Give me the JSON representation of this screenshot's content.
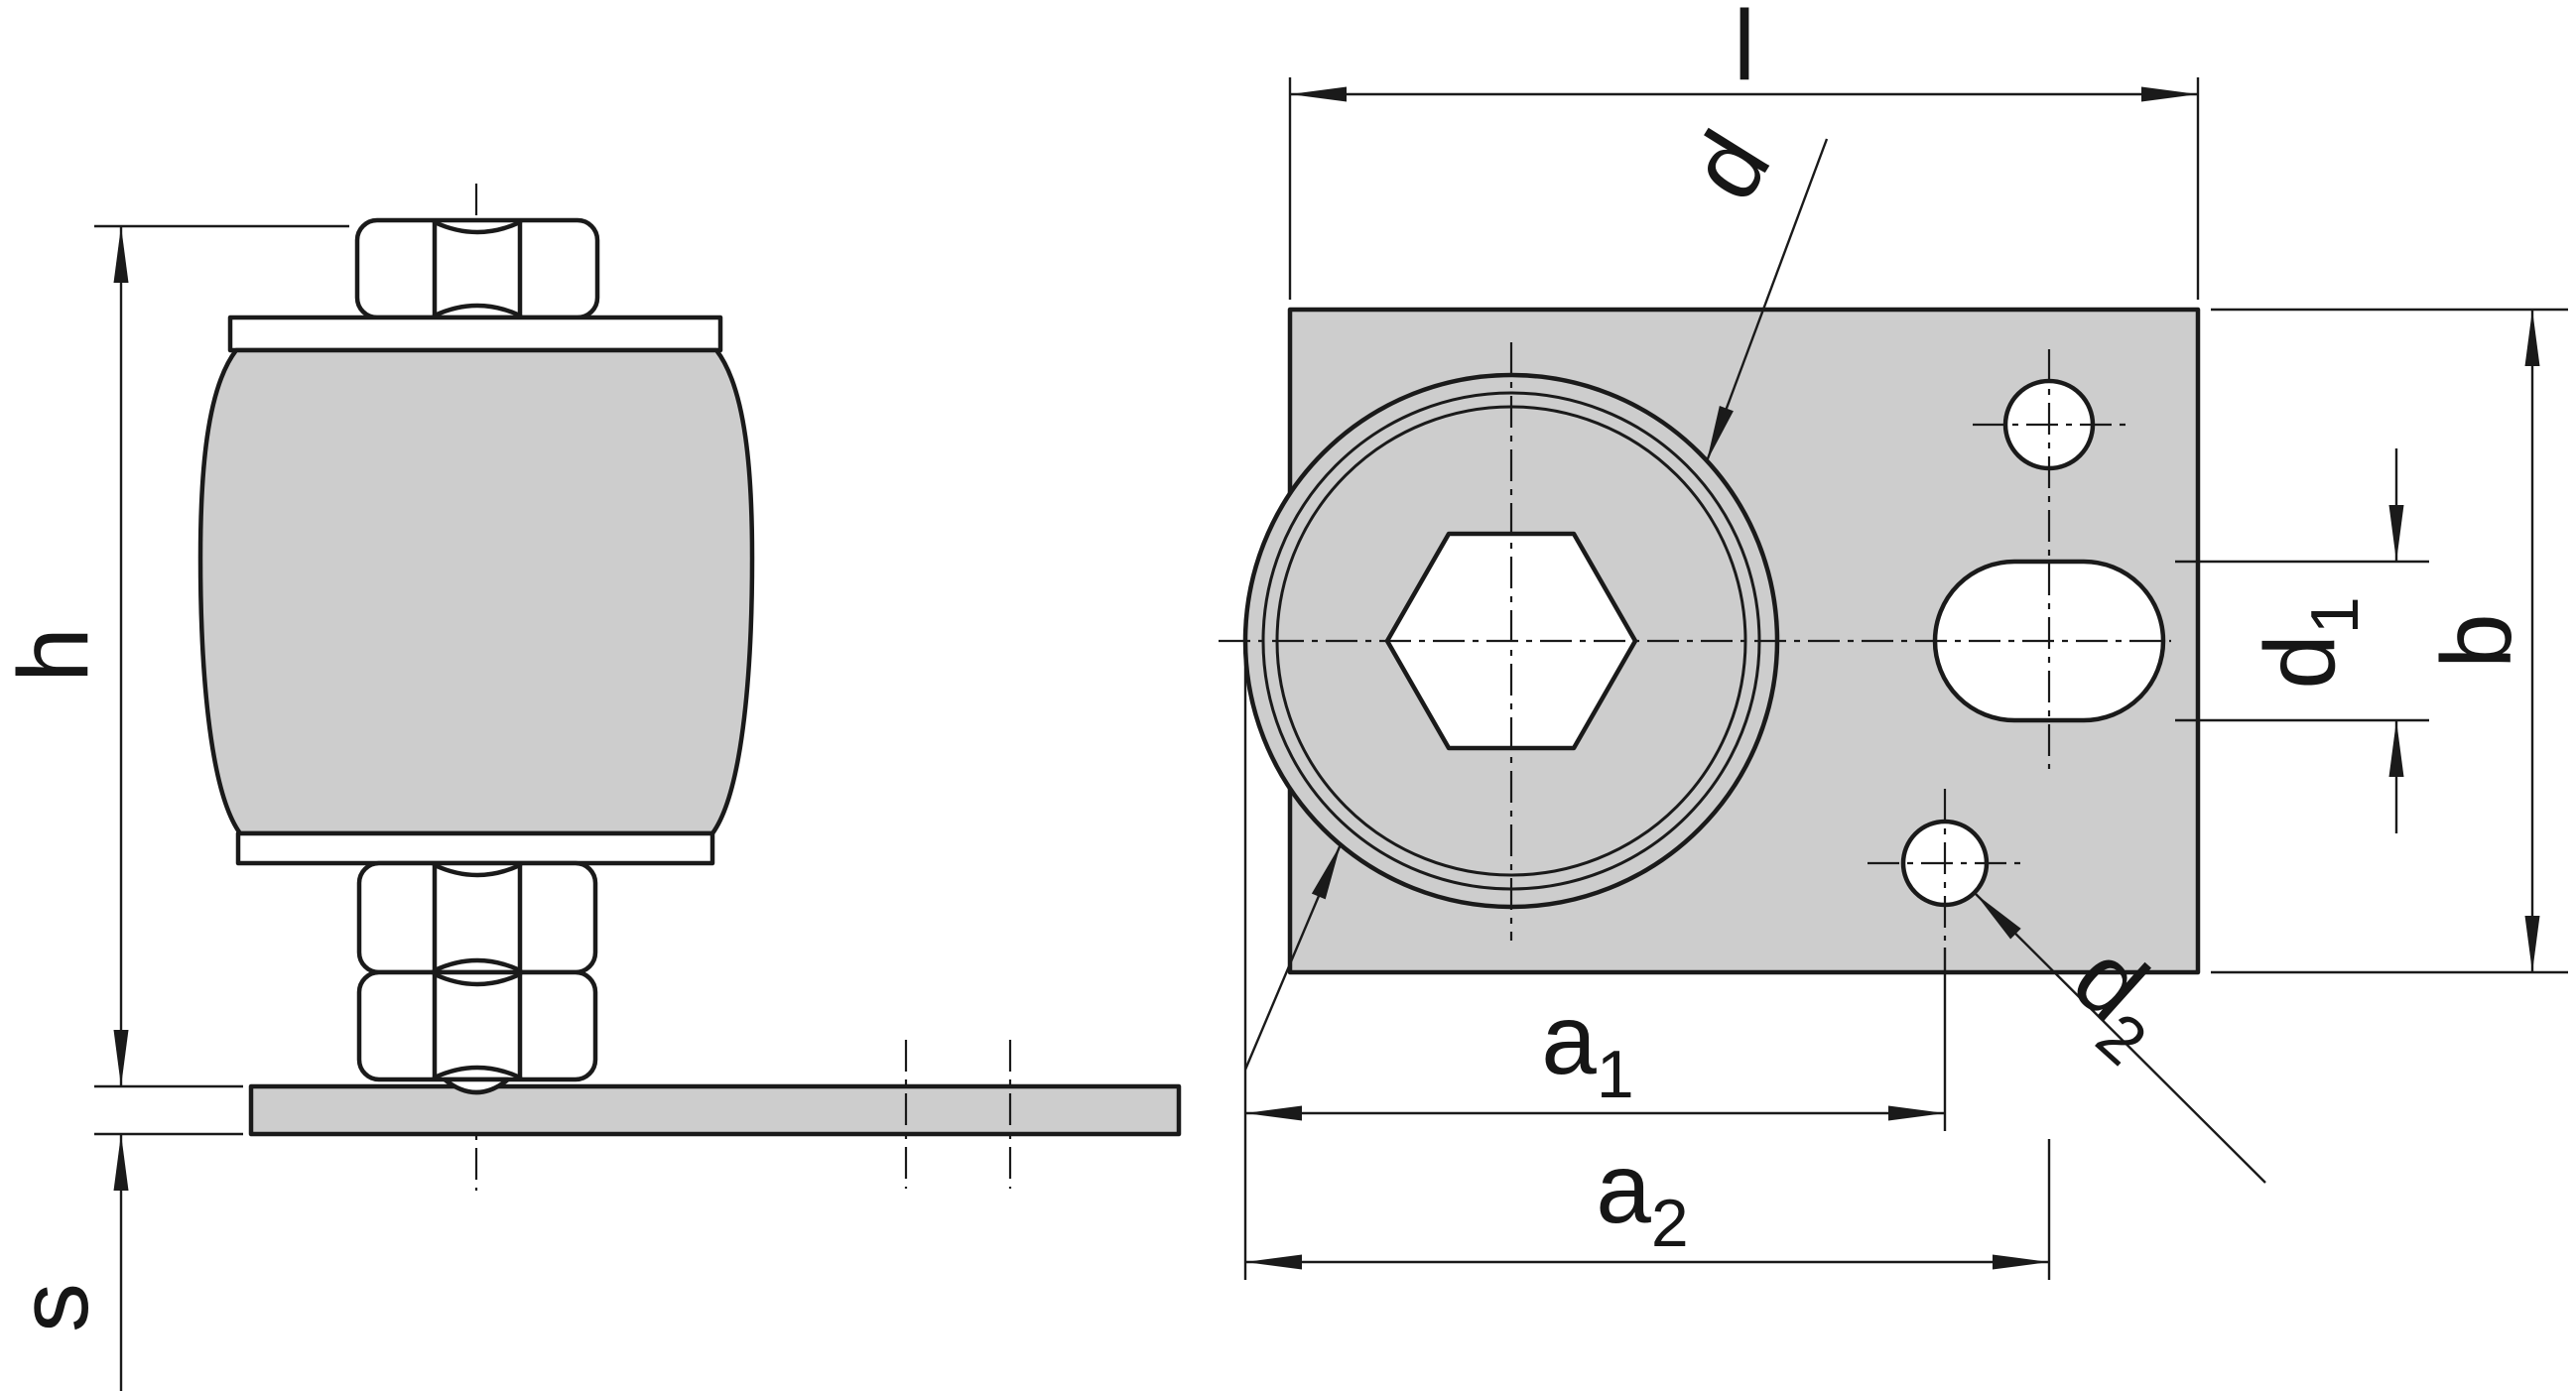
{
  "colors": {
    "part_fill": "#cdcdcd",
    "line": "#1a1a1a",
    "background": "#ffffff"
  },
  "labels": {
    "l": {
      "base": "l",
      "sub": ""
    },
    "h": {
      "base": "h",
      "sub": ""
    },
    "s": {
      "base": "s",
      "sub": ""
    },
    "b": {
      "base": "b",
      "sub": ""
    },
    "d": {
      "base": "d",
      "sub": ""
    },
    "d1": {
      "base": "d",
      "sub": "1"
    },
    "d2": {
      "base": "d",
      "sub": "2"
    },
    "a1": {
      "base": "a",
      "sub": "1"
    },
    "a2": {
      "base": "a",
      "sub": "2"
    }
  }
}
